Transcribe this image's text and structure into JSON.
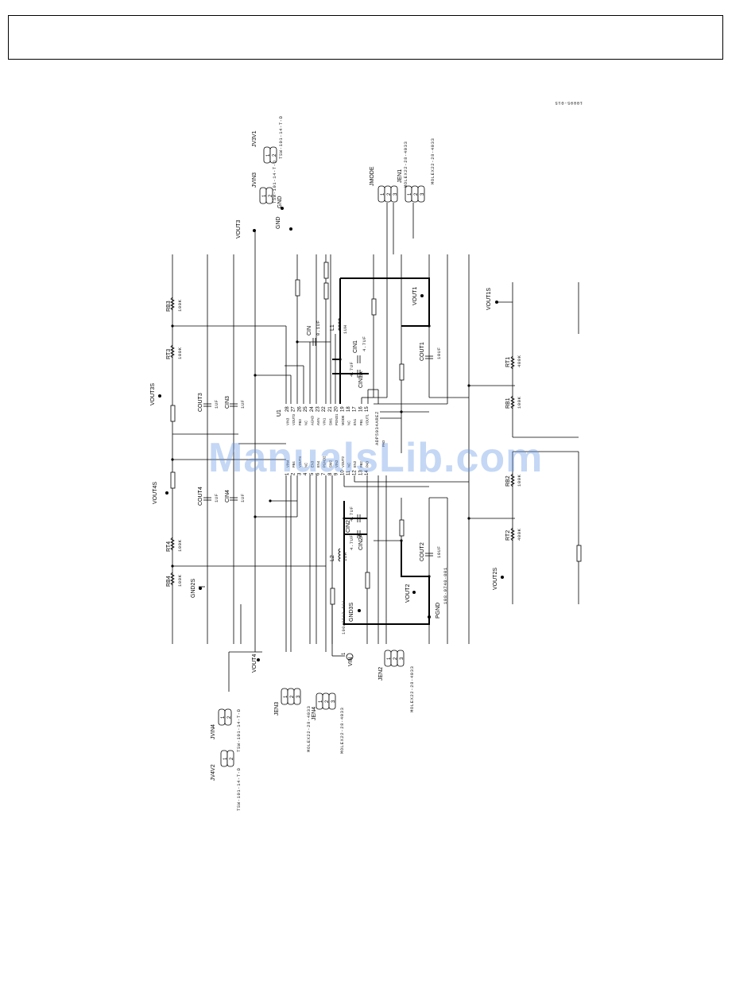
{
  "figure_code": "10895-015",
  "watermark": "ManualsLib.com",
  "ic": {
    "ref": "U1",
    "part": "ADP5034AREZ",
    "right_pins": [
      {
        "num": "28",
        "name": "VIN3"
      },
      {
        "num": "27",
        "name": "VOUT3"
      },
      {
        "num": "26",
        "name": "FB3"
      },
      {
        "num": "25",
        "name": "NC"
      },
      {
        "num": "24",
        "name": "AGND"
      },
      {
        "num": "23",
        "name": "AVIN"
      },
      {
        "num": "22",
        "name": "VIN1"
      },
      {
        "num": "21",
        "name": "SW1"
      },
      {
        "num": "20",
        "name": "PGND1"
      },
      {
        "num": "19",
        "name": "MODE"
      },
      {
        "num": "18",
        "name": "NC"
      },
      {
        "num": "17",
        "name": "EN1"
      },
      {
        "num": "16",
        "name": "FB1"
      },
      {
        "num": "15",
        "name": "VOUT1"
      }
    ],
    "left_pins": [
      {
        "num": "1",
        "name": "VIN4"
      },
      {
        "num": "2",
        "name": "FB4"
      },
      {
        "num": "3",
        "name": "VOUT4"
      },
      {
        "num": "4",
        "name": "NC"
      },
      {
        "num": "5",
        "name": "EN3"
      },
      {
        "num": "6",
        "name": "EN4"
      },
      {
        "num": "7",
        "name": "PGND2"
      },
      {
        "num": "8",
        "name": "SW2"
      },
      {
        "num": "9",
        "name": "VIN2"
      },
      {
        "num": "10",
        "name": "VOUT2"
      },
      {
        "num": "11",
        "name": "NC"
      },
      {
        "num": "12",
        "name": "EN2"
      },
      {
        "num": "13",
        "name": "FB2"
      },
      {
        "num": "14",
        "name": "PAD"
      }
    ],
    "pad_label": "PAD"
  },
  "components": {
    "RB3": {
      "ref": "RB3",
      "value": "100K"
    },
    "RT3": {
      "ref": "RT3",
      "value": "100K"
    },
    "RT4": {
      "ref": "RT4",
      "value": "100K"
    },
    "RB4": {
      "ref": "RB4",
      "value": "100K"
    },
    "RT1": {
      "ref": "RT1",
      "value": "400K"
    },
    "RB1": {
      "ref": "RB1",
      "value": "100K"
    },
    "RB2": {
      "ref": "RB2",
      "value": "100K"
    },
    "RT2": {
      "ref": "RT2",
      "value": "400K"
    },
    "COUT3": {
      "ref": "COUT3",
      "value": "1UF"
    },
    "CIN3": {
      "ref": "CIN3",
      "value": "1UF"
    },
    "COUT4": {
      "ref": "COUT4",
      "value": "1UF"
    },
    "CIN4": {
      "ref": "CIN4",
      "value": "1UF"
    },
    "CIN": {
      "ref": "CIN",
      "value": "0.1UF"
    },
    "CIN1": {
      "ref": "CIN1",
      "value": "4.7UF"
    },
    "CIN1A": {
      "ref": "CIN1A",
      "value": "4.7UF"
    },
    "COUT1": {
      "ref": "COUT1",
      "value": "10UF"
    },
    "CIN2": {
      "ref": "CIN2",
      "value": "4.7UF"
    },
    "CIN2A": {
      "ref": "CIN2A",
      "value": "4.7UF"
    },
    "COUT2": {
      "ref": "COUT2",
      "value": "10UF"
    },
    "L1": {
      "ref": "L1",
      "value": "1UH"
    },
    "L2": {
      "ref": "L2",
      "value": "1UH"
    }
  },
  "test_points": {
    "VOUT3S": "VOUT3S",
    "VOUT4S": "VOUT4S",
    "GND2S": "GND2S",
    "VOUT4": "VOUT4",
    "VOUT3": "VOUT3",
    "GND": "GND",
    "GND1": "GND",
    "VOUT1": "VOUT1",
    "VOUT1S": "VOUT1S",
    "VOUT2": "VOUT2",
    "VOUT2S": "VOUT2S",
    "GND3S": "GND3S",
    "PGND": "PGND",
    "VIN": "VIN"
  },
  "connectors": {
    "JV3V1": {
      "ref": "JV3V1",
      "part": "TSW-101-14-T-D"
    },
    "JVIN3": {
      "ref": "JVIN3",
      "part": "TSW-101-14-T-D"
    },
    "JMODE": {
      "ref": "JMODE",
      "part": "MOLEX22-28-4033"
    },
    "JEN1": {
      "ref": "JEN1",
      "part": "MOLEX22-28-4033"
    },
    "JEN2": {
      "ref": "JEN2",
      "part": "MOLEX22-28-4033"
    },
    "JEN3": {
      "ref": "JEN3",
      "part": "MOLEX22-28-4033"
    },
    "JEN4": {
      "ref": "JEN4",
      "part": "MOLEX22-28-4033"
    },
    "JVIN4": {
      "ref": "JVIN4",
      "part": "TSW-101-14-T-D"
    },
    "JV4V2": {
      "ref": "JV4V2",
      "part": "TSW-101-14-T-D"
    }
  },
  "pgnd_part": "108-0740-001",
  "vin_part": "100-0910-801",
  "vin_pin": "1",
  "pin_numbers": [
    "1",
    "2",
    "3"
  ]
}
